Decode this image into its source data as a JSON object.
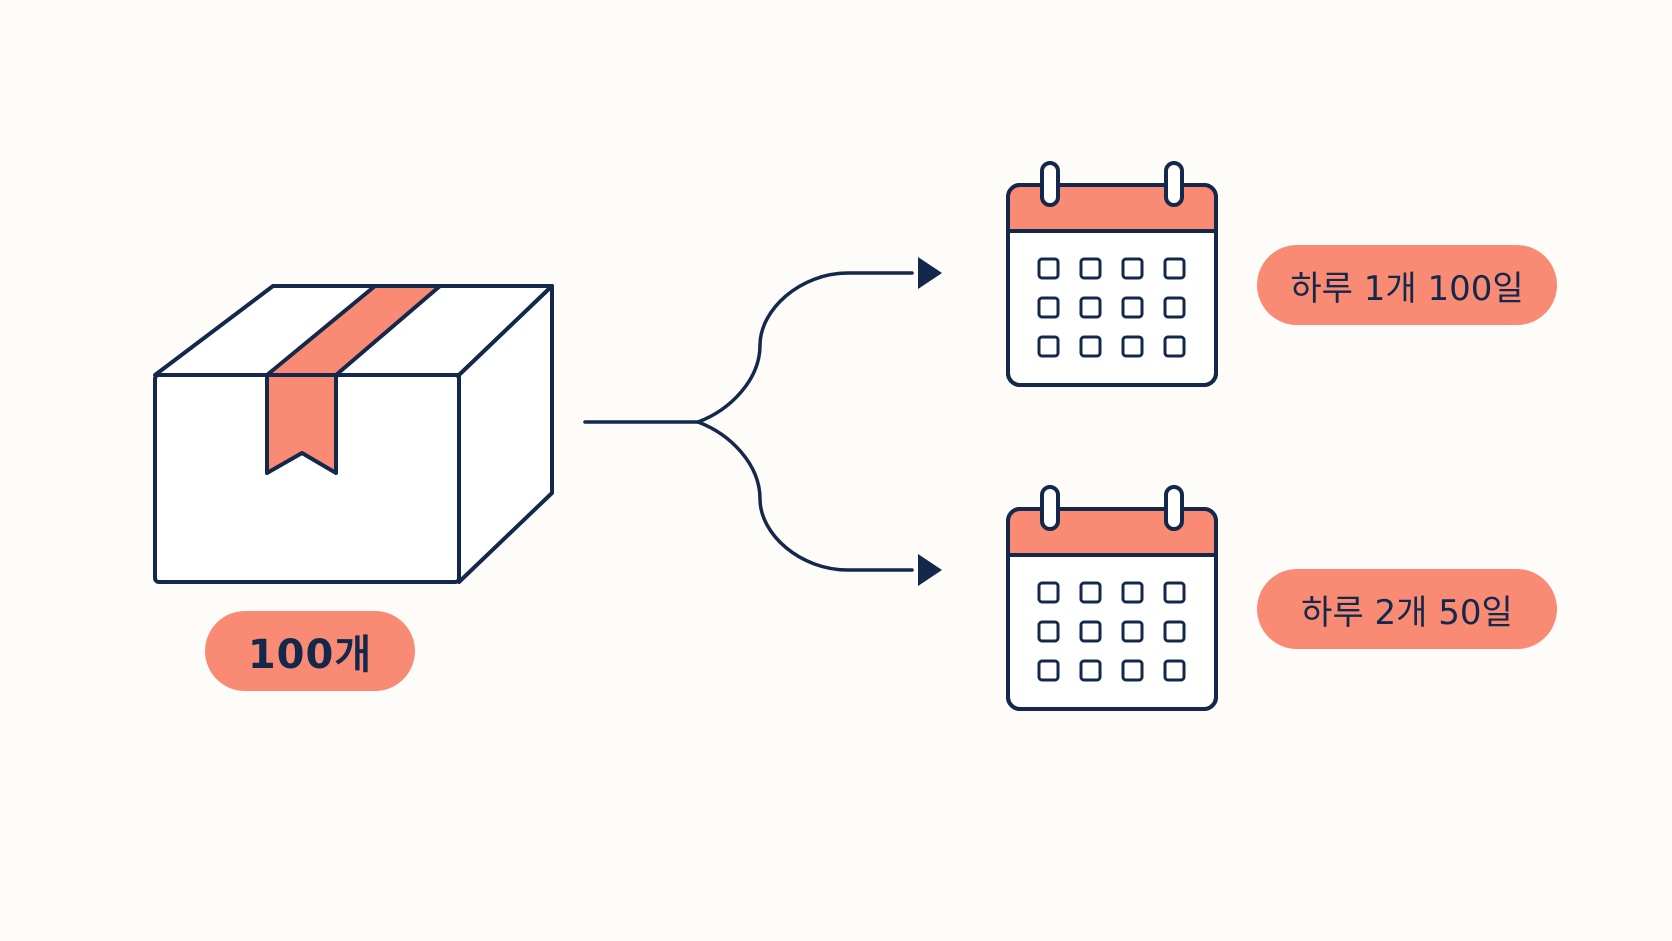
{
  "colors": {
    "background": "#fdfcf8",
    "stroke": "#13284a",
    "accent": "#f98a73",
    "fill": "#ffffff"
  },
  "source": {
    "icon": "package-box-icon",
    "quantity_label": "100개"
  },
  "outcomes": [
    {
      "icon": "calendar-icon",
      "label": "하루 1개 100일"
    },
    {
      "icon": "calendar-icon",
      "label": "하루 2개 50일"
    }
  ]
}
